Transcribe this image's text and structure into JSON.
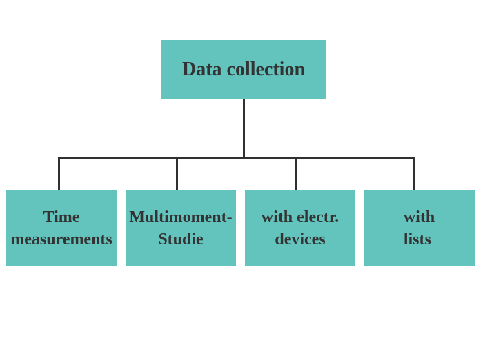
{
  "colors": {
    "node_fill": "#63c3bd",
    "connector": "#303030",
    "text": "#333333",
    "background": "#ffffff"
  },
  "diagram": {
    "root": {
      "label": "Data collection"
    },
    "children": [
      {
        "label": "Time\nmeasurements"
      },
      {
        "label": "Multimoment-\nStudie"
      },
      {
        "label": "with electr.\ndevices"
      },
      {
        "label": "with\nlists"
      }
    ]
  }
}
